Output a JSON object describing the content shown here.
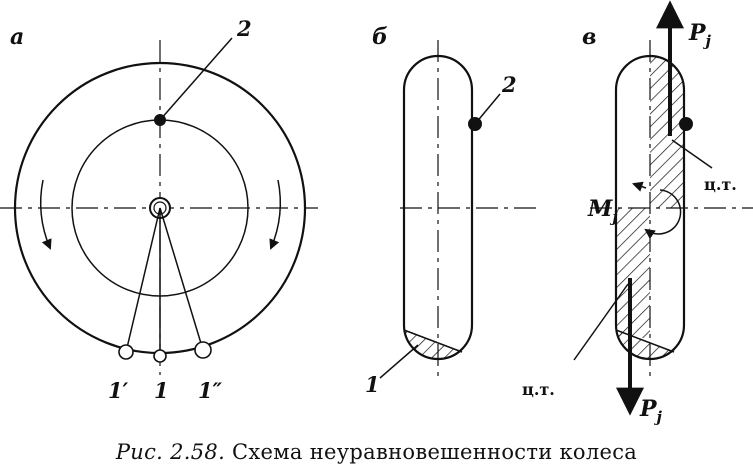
{
  "panels": {
    "a": {
      "letter": "а",
      "labels": {
        "top_weight": "2",
        "w1_prime": "1′",
        "w1": "1",
        "w1_double_prime": "1″"
      }
    },
    "b": {
      "letter": "б",
      "labels": {
        "weight2": "2",
        "weight1": "1"
      }
    },
    "c": {
      "letter": "в",
      "labels": {
        "force_top": "P",
        "force_top_sub": "j",
        "force_bottom": "P",
        "force_bottom_sub": "j",
        "moment": "M",
        "moment_sub": "j",
        "cg_upper": "ц.т.",
        "cg_lower": "ц.т."
      }
    }
  },
  "caption": {
    "prefix": "Рис. 2.58.",
    "text": "Схема неуравновешенности колеса"
  }
}
